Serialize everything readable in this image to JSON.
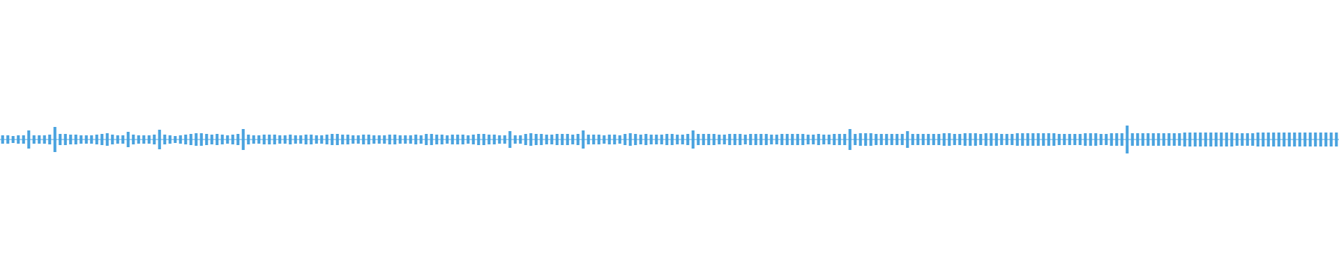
{
  "colors": {
    "background": "#ffffff",
    "waveform": "#4aa3df"
  },
  "chart_data": {
    "type": "line",
    "title": "",
    "xlabel": "",
    "ylabel": "",
    "grid": false,
    "legend": "none",
    "ylim": [
      -1,
      1
    ],
    "series": [
      {
        "values": [
          0.06,
          0.06,
          0.05,
          0.06,
          0.06,
          0.13,
          0.06,
          0.06,
          0.06,
          0.07,
          0.18,
          0.08,
          0.08,
          0.07,
          0.07,
          0.06,
          0.06,
          0.06,
          0.07,
          0.08,
          0.09,
          0.07,
          0.06,
          0.06,
          0.11,
          0.07,
          0.06,
          0.06,
          0.06,
          0.07,
          0.14,
          0.07,
          0.06,
          0.05,
          0.06,
          0.07,
          0.08,
          0.09,
          0.09,
          0.08,
          0.07,
          0.08,
          0.07,
          0.06,
          0.07,
          0.08,
          0.15,
          0.07,
          0.06,
          0.06,
          0.07,
          0.07,
          0.07,
          0.06,
          0.06,
          0.07,
          0.06,
          0.06,
          0.07,
          0.07,
          0.06,
          0.06,
          0.07,
          0.08,
          0.08,
          0.07,
          0.07,
          0.06,
          0.06,
          0.07,
          0.07,
          0.06,
          0.06,
          0.06,
          0.07,
          0.07,
          0.06,
          0.06,
          0.06,
          0.07,
          0.06,
          0.08,
          0.08,
          0.07,
          0.07,
          0.06,
          0.07,
          0.07,
          0.07,
          0.06,
          0.07,
          0.08,
          0.08,
          0.07,
          0.07,
          0.06,
          0.06,
          0.12,
          0.06,
          0.06,
          0.08,
          0.09,
          0.08,
          0.08,
          0.07,
          0.07,
          0.08,
          0.08,
          0.08,
          0.07,
          0.08,
          0.13,
          0.07,
          0.07,
          0.07,
          0.06,
          0.07,
          0.07,
          0.06,
          0.08,
          0.09,
          0.08,
          0.07,
          0.08,
          0.07,
          0.07,
          0.07,
          0.08,
          0.08,
          0.07,
          0.07,
          0.08,
          0.13,
          0.08,
          0.08,
          0.08,
          0.08,
          0.07,
          0.07,
          0.08,
          0.08,
          0.08,
          0.07,
          0.08,
          0.08,
          0.08,
          0.08,
          0.07,
          0.07,
          0.08,
          0.08,
          0.08,
          0.08,
          0.08,
          0.07,
          0.07,
          0.08,
          0.07,
          0.07,
          0.08,
          0.08,
          0.08,
          0.15,
          0.08,
          0.09,
          0.09,
          0.09,
          0.08,
          0.08,
          0.08,
          0.08,
          0.08,
          0.08,
          0.12,
          0.08,
          0.08,
          0.08,
          0.08,
          0.08,
          0.08,
          0.09,
          0.09,
          0.08,
          0.08,
          0.09,
          0.09,
          0.09,
          0.08,
          0.09,
          0.09,
          0.09,
          0.08,
          0.08,
          0.08,
          0.09,
          0.09,
          0.09,
          0.09,
          0.09,
          0.09,
          0.09,
          0.09,
          0.08,
          0.08,
          0.08,
          0.08,
          0.08,
          0.09,
          0.09,
          0.09,
          0.08,
          0.08,
          0.09,
          0.09,
          0.09,
          0.2,
          0.09,
          0.09,
          0.09,
          0.09,
          0.09,
          0.09,
          0.09,
          0.09,
          0.09,
          0.09,
          0.1,
          0.1,
          0.1,
          0.1,
          0.1,
          0.1,
          0.1,
          0.1,
          0.1,
          0.1,
          0.09,
          0.09,
          0.09,
          0.09,
          0.1,
          0.1,
          0.1,
          0.1,
          0.1,
          0.1,
          0.1,
          0.1,
          0.1,
          0.1,
          0.1,
          0.1,
          0.1,
          0.1,
          0.1,
          0.1
        ]
      }
    ]
  }
}
